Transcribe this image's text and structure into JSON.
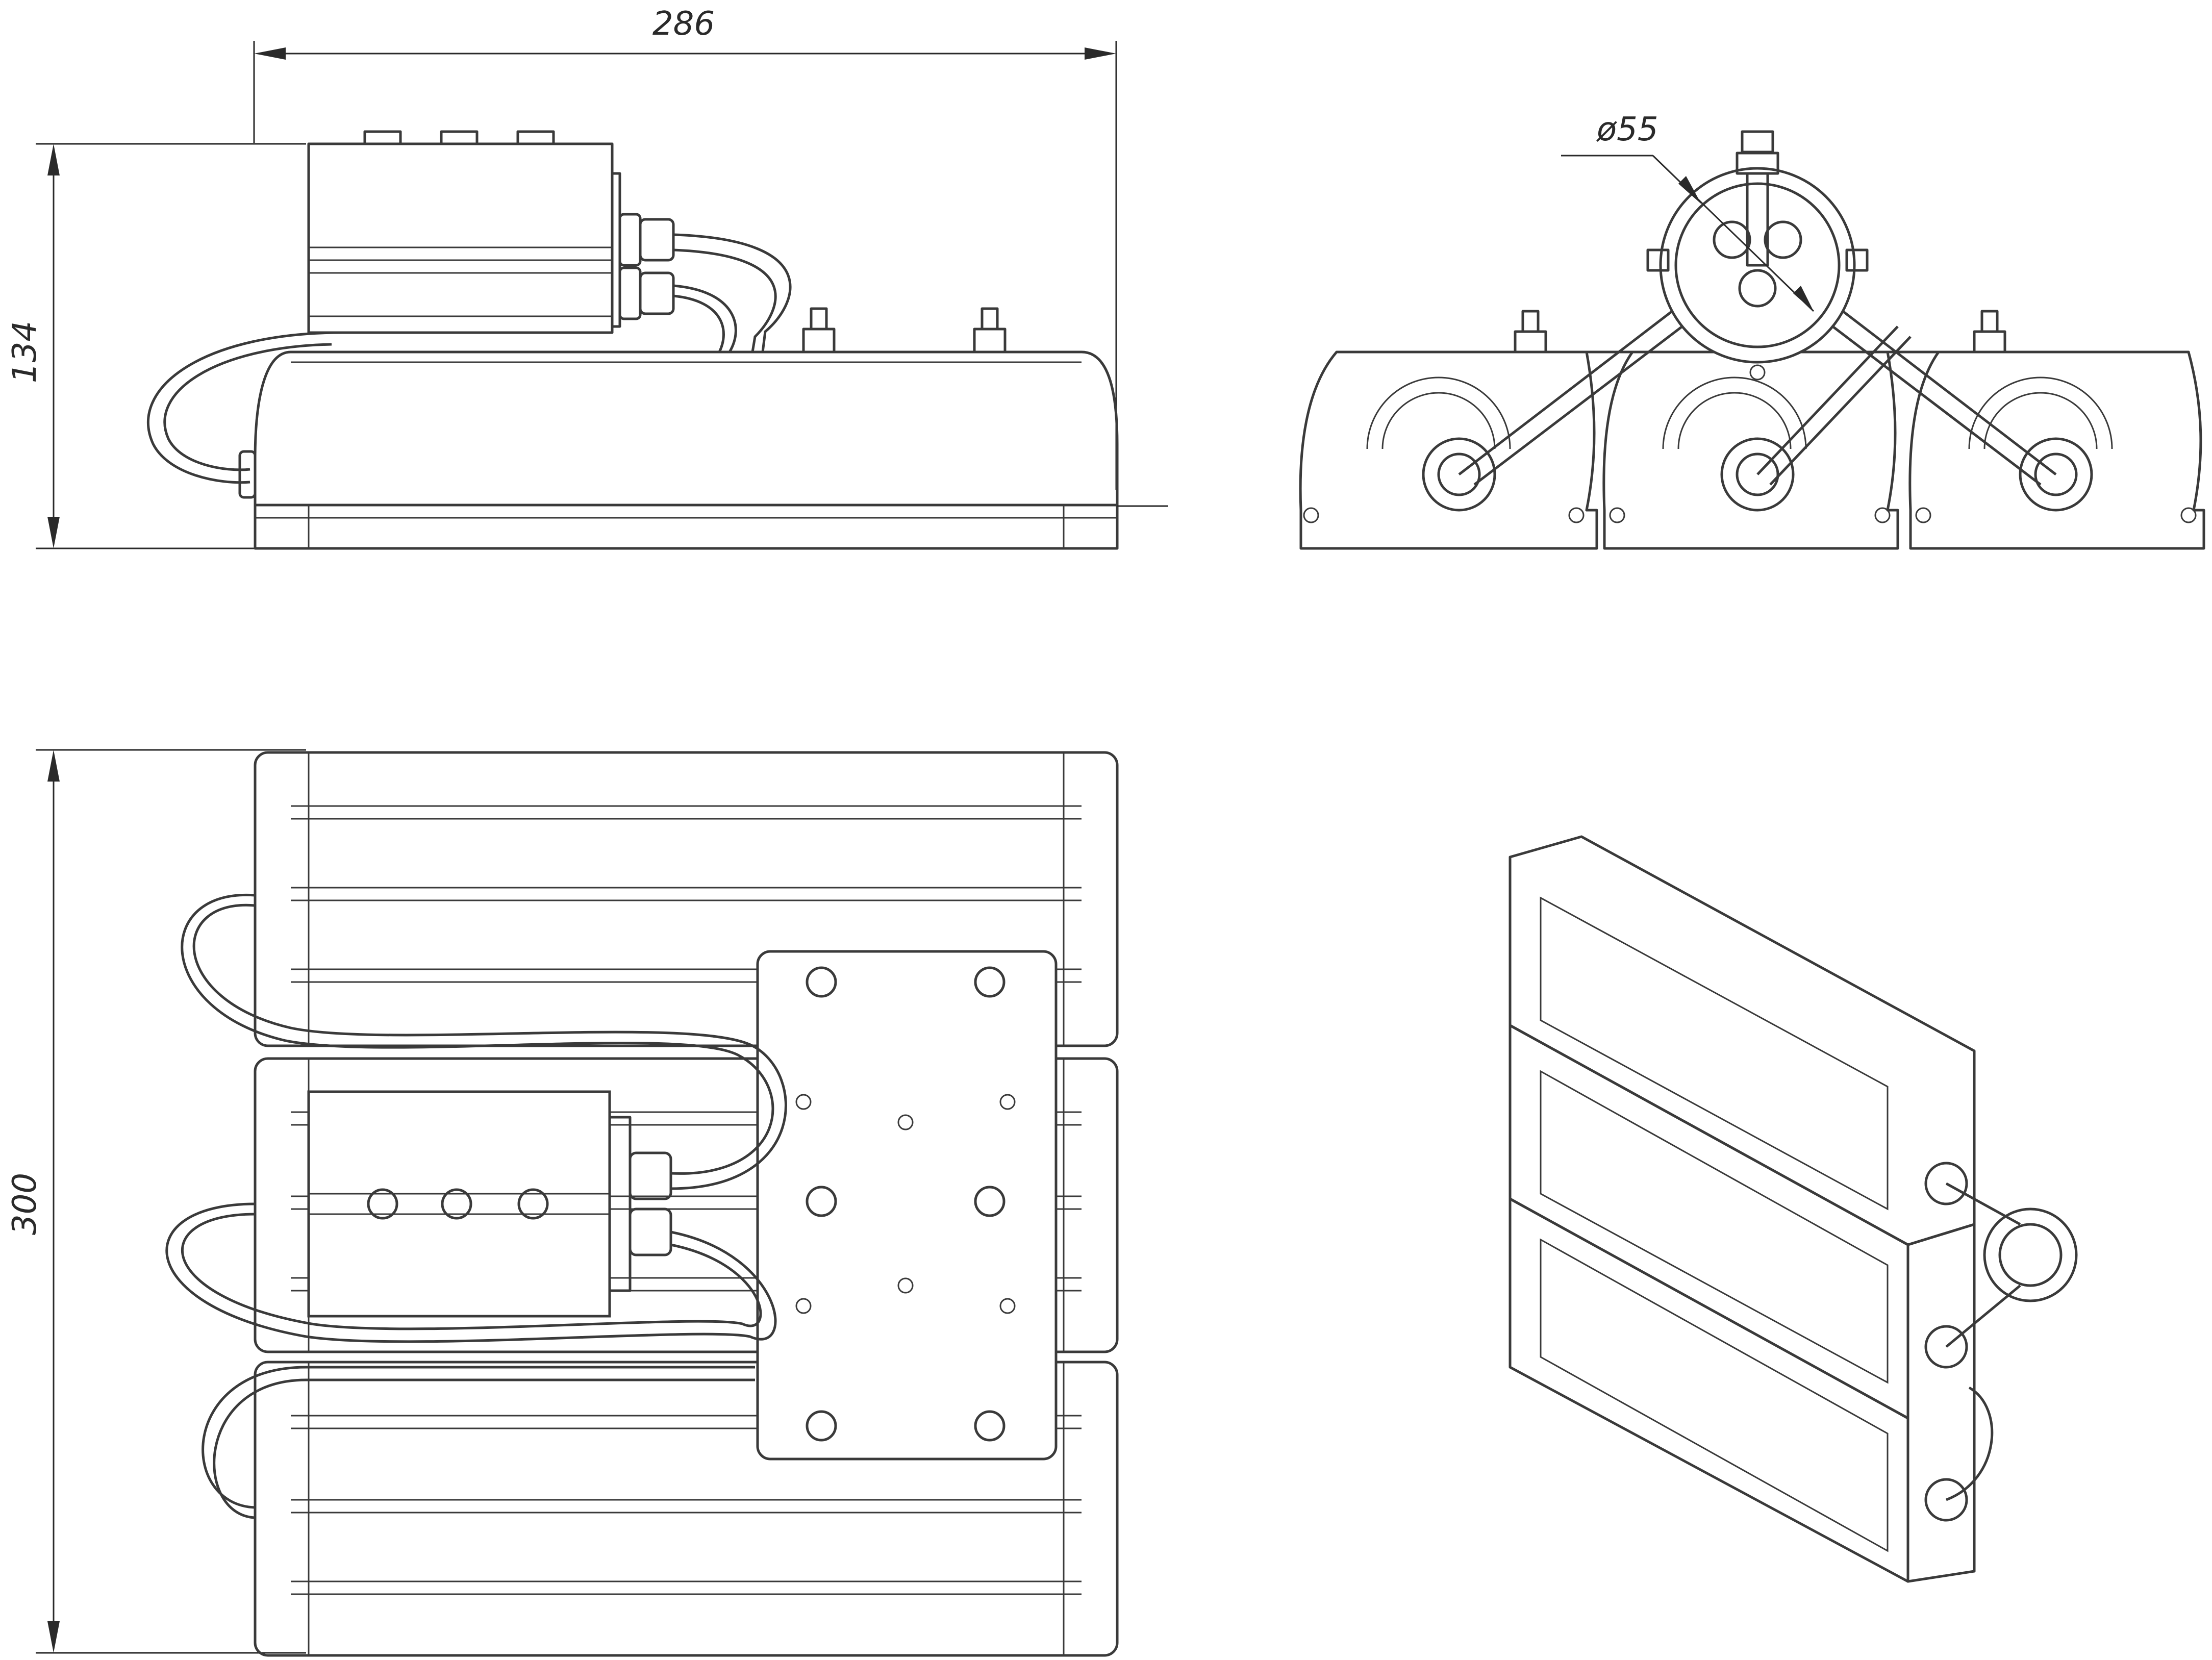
{
  "dimensions": {
    "width_label": "286",
    "height_label": "134",
    "length_label": "300",
    "diameter_label": "ø55"
  },
  "colors": {
    "line": "#3a3a3a",
    "background": "#ffffff"
  }
}
